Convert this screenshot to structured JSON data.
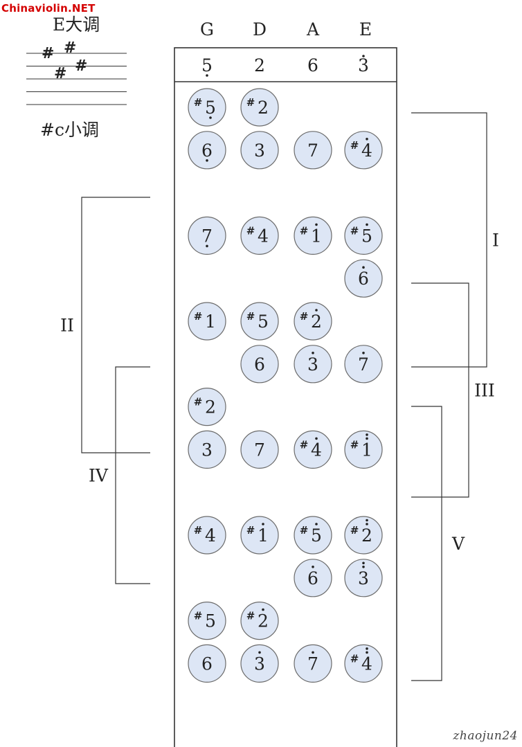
{
  "watermark": "Chinaviolin.NET",
  "signature": "zhaojun24",
  "key_major": "E大调",
  "key_minor": "#c小调",
  "key_signature": {
    "sharp_count": 4
  },
  "strings": [
    {
      "name": "G",
      "open_note": "5",
      "open_dots": -1
    },
    {
      "name": "D",
      "open_note": "2",
      "open_dots": 0
    },
    {
      "name": "A",
      "open_note": "6",
      "open_dots": 0
    },
    {
      "name": "E",
      "open_note": "3",
      "open_dots": 1
    }
  ],
  "notes": [
    {
      "row": 0,
      "string": 0,
      "sharp": true,
      "digit": "5",
      "dots": -1
    },
    {
      "row": 0,
      "string": 1,
      "sharp": true,
      "digit": "2",
      "dots": 0
    },
    {
      "row": 1,
      "string": 0,
      "sharp": false,
      "digit": "6",
      "dots": -1
    },
    {
      "row": 1,
      "string": 1,
      "sharp": false,
      "digit": "3",
      "dots": 0
    },
    {
      "row": 1,
      "string": 2,
      "sharp": false,
      "digit": "7",
      "dots": 0
    },
    {
      "row": 1,
      "string": 3,
      "sharp": true,
      "digit": "4",
      "dots": 1
    },
    {
      "row": 3,
      "string": 0,
      "sharp": false,
      "digit": "7",
      "dots": -1
    },
    {
      "row": 3,
      "string": 1,
      "sharp": true,
      "digit": "4",
      "dots": 0
    },
    {
      "row": 3,
      "string": 2,
      "sharp": true,
      "digit": "1",
      "dots": 1
    },
    {
      "row": 3,
      "string": 3,
      "sharp": true,
      "digit": "5",
      "dots": 1
    },
    {
      "row": 4,
      "string": 3,
      "sharp": false,
      "digit": "6",
      "dots": 1
    },
    {
      "row": 5,
      "string": 0,
      "sharp": true,
      "digit": "1",
      "dots": 0
    },
    {
      "row": 5,
      "string": 1,
      "sharp": true,
      "digit": "5",
      "dots": 0
    },
    {
      "row": 5,
      "string": 2,
      "sharp": true,
      "digit": "2",
      "dots": 1
    },
    {
      "row": 6,
      "string": 1,
      "sharp": false,
      "digit": "6",
      "dots": 0
    },
    {
      "row": 6,
      "string": 2,
      "sharp": false,
      "digit": "3",
      "dots": 1
    },
    {
      "row": 6,
      "string": 3,
      "sharp": false,
      "digit": "7",
      "dots": 1
    },
    {
      "row": 7,
      "string": 0,
      "sharp": true,
      "digit": "2",
      "dots": 0
    },
    {
      "row": 8,
      "string": 0,
      "sharp": false,
      "digit": "3",
      "dots": 0
    },
    {
      "row": 8,
      "string": 1,
      "sharp": false,
      "digit": "7",
      "dots": 0
    },
    {
      "row": 8,
      "string": 2,
      "sharp": true,
      "digit": "4",
      "dots": 1
    },
    {
      "row": 8,
      "string": 3,
      "sharp": true,
      "digit": "1",
      "dots": 2
    },
    {
      "row": 10,
      "string": 0,
      "sharp": true,
      "digit": "4",
      "dots": 0
    },
    {
      "row": 10,
      "string": 1,
      "sharp": true,
      "digit": "1",
      "dots": 1
    },
    {
      "row": 10,
      "string": 2,
      "sharp": true,
      "digit": "5",
      "dots": 1
    },
    {
      "row": 10,
      "string": 3,
      "sharp": true,
      "digit": "2",
      "dots": 2
    },
    {
      "row": 11,
      "string": 2,
      "sharp": false,
      "digit": "6",
      "dots": 1
    },
    {
      "row": 11,
      "string": 3,
      "sharp": false,
      "digit": "3",
      "dots": 2
    },
    {
      "row": 12,
      "string": 0,
      "sharp": true,
      "digit": "5",
      "dots": 0
    },
    {
      "row": 12,
      "string": 1,
      "sharp": true,
      "digit": "2",
      "dots": 1
    },
    {
      "row": 13,
      "string": 0,
      "sharp": false,
      "digit": "6",
      "dots": 0
    },
    {
      "row": 13,
      "string": 1,
      "sharp": false,
      "digit": "3",
      "dots": 1
    },
    {
      "row": 13,
      "string": 2,
      "sharp": false,
      "digit": "7",
      "dots": 1
    },
    {
      "row": 13,
      "string": 3,
      "sharp": true,
      "digit": "4",
      "dots": 2
    }
  ],
  "positions": [
    {
      "label": "I",
      "side": "right",
      "from_row": 0,
      "to_row": 6
    },
    {
      "label": "II",
      "side": "left",
      "from_row": 2,
      "to_row": 8
    },
    {
      "label": "III",
      "side": "right",
      "from_row": 4,
      "to_row": 9
    },
    {
      "label": "IV",
      "side": "left",
      "from_row": 6,
      "to_row": 11
    },
    {
      "label": "V",
      "side": "right",
      "from_row": 7,
      "to_row": 13
    }
  ],
  "colors": {
    "note_fill": "#dde6f5",
    "note_stroke": "#6b6b6b",
    "line": "#333333",
    "watermark": "#d40000"
  }
}
